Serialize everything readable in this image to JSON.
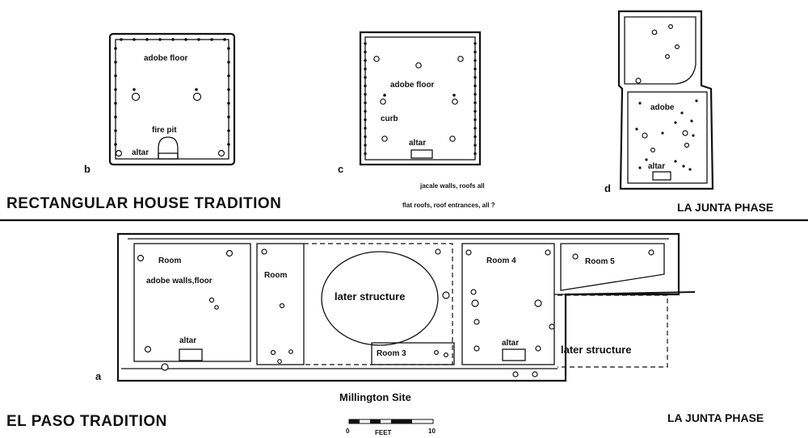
{
  "plans": {
    "b": {
      "letter": "b",
      "floor_label": "adobe floor",
      "pit_label": "fire pit",
      "altar_label": "altar"
    },
    "c": {
      "letter": "c",
      "floor_label": "adobe floor",
      "curb_label": "curb",
      "altar_label": "altar",
      "note_line1": "jacale walls, roofs all",
      "note_line2": "flat roofs, roof entrances, all ?"
    },
    "d": {
      "letter": "d",
      "floor_label": "adobe",
      "altar_label": "altar"
    },
    "a": {
      "letter": "a",
      "site_label": "Millington Site",
      "room1_label": "Room",
      "room1_walls": "adobe walls,floor",
      "room1_altar": "altar",
      "room2_label": "Room",
      "later_structure_1": "later structure",
      "room3_label": "Room 3",
      "room4_label": "Room 4",
      "room4_altar": "altar",
      "room5_label": "Room 5",
      "later_structure_2": "later structure"
    }
  },
  "headings": {
    "rect_tradition": "RECTANGULAR HOUSE TRADITION",
    "la_junta_top": "LA JUNTA PHASE",
    "el_paso": "EL PASO TRADITION",
    "la_junta_bottom": "LA JUNTA PHASE"
  },
  "scale": {
    "unit": "FEET",
    "start": "0",
    "end": "10"
  }
}
